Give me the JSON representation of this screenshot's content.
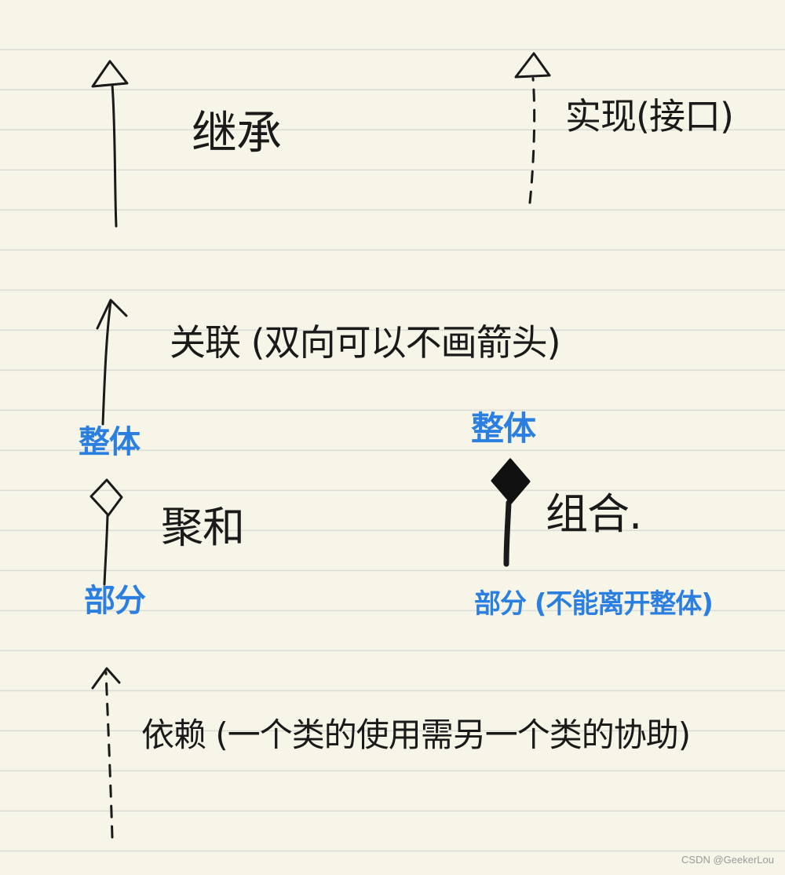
{
  "labels": {
    "inheritance": "继承",
    "realization": "实现(接口)",
    "association": "关联 (双向可以不画箭头)",
    "aggregation": "聚和",
    "composition": "组合.",
    "dependency": "依赖 (一个类的使用需另一个类的协助)",
    "whole_left": "整体",
    "part_left": "部分",
    "whole_right": "整体",
    "part_right": "部分 (不能离开整体)"
  },
  "colors": {
    "ink": "#1a1a1a",
    "blue_ink": "#2b7fe0",
    "paper": "#f7f5e8",
    "rule_line": "#dcdcd6"
  },
  "watermark": "CSDN @GeekerLou"
}
